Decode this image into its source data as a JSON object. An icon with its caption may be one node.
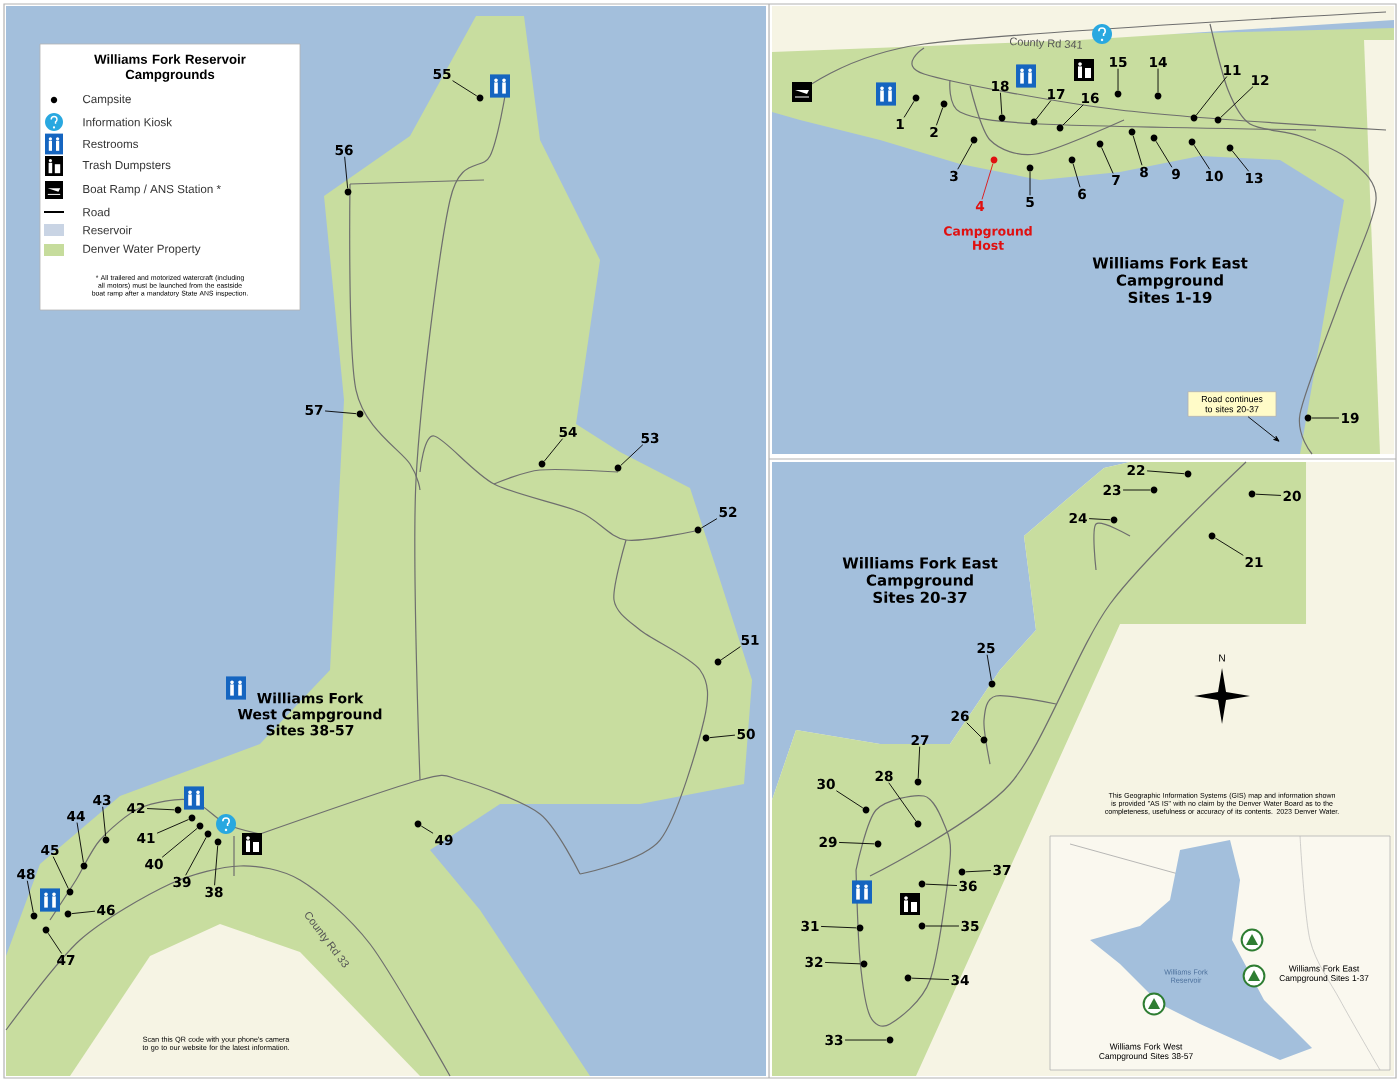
{
  "diagram": {
    "title": "Williams Fork Reservoir Campgrounds",
    "nodes": [
      {
        "text": [
          "1"
        ]
      },
      {
        "text": [
          "2"
        ]
      },
      {
        "text": [
          "3"
        ]
      },
      {
        "text": [
          "4"
        ],
        "beside": [
          "Campground Host"
        ]
      },
      {
        "text": [
          "5"
        ]
      },
      {
        "text": [
          "6"
        ]
      },
      {
        "text": [
          "7"
        ]
      },
      {
        "text": [
          "8"
        ]
      },
      {
        "text": [
          "9"
        ]
      },
      {
        "text": [
          "10"
        ]
      },
      {
        "text": [
          "11"
        ]
      },
      {
        "text": [
          "12"
        ]
      },
      {
        "text": [
          "13"
        ]
      },
      {
        "text": [
          "14"
        ]
      },
      {
        "text": [
          "15"
        ]
      },
      {
        "text": [
          "16"
        ]
      },
      {
        "text": [
          "17"
        ]
      },
      {
        "text": [
          "18"
        ]
      },
      {
        "text": [
          "19"
        ]
      },
      {
        "text": [
          "20"
        ]
      },
      {
        "text": [
          "21"
        ]
      },
      {
        "text": [
          "22"
        ]
      },
      {
        "text": [
          "23"
        ]
      },
      {
        "text": [
          "24"
        ]
      },
      {
        "text": [
          "25"
        ]
      },
      {
        "text": [
          "26"
        ]
      },
      {
        "text": [
          "27"
        ]
      },
      {
        "text": [
          "28"
        ]
      },
      {
        "text": [
          "29"
        ]
      },
      {
        "text": [
          "30"
        ]
      },
      {
        "text": [
          "31"
        ]
      },
      {
        "text": [
          "32"
        ]
      },
      {
        "text": [
          "33"
        ]
      },
      {
        "text": [
          "34"
        ]
      },
      {
        "text": [
          "35"
        ]
      },
      {
        "text": [
          "36"
        ]
      },
      {
        "text": [
          "37"
        ]
      },
      {
        "text": [
          "38"
        ]
      },
      {
        "text": [
          "39"
        ]
      },
      {
        "text": [
          "40"
        ]
      },
      {
        "text": [
          "41"
        ]
      },
      {
        "text": [
          "42"
        ]
      },
      {
        "text": [
          "43"
        ]
      },
      {
        "text": [
          "44"
        ]
      },
      {
        "text": [
          "45"
        ]
      },
      {
        "text": [
          "46"
        ]
      },
      {
        "text": [
          "47"
        ]
      },
      {
        "text": [
          "48"
        ]
      },
      {
        "text": [
          "49"
        ]
      },
      {
        "text": [
          "50"
        ]
      },
      {
        "text": [
          "51"
        ]
      },
      {
        "text": [
          "52"
        ]
      },
      {
        "text": [
          "53"
        ]
      },
      {
        "text": [
          "54"
        ]
      },
      {
        "text": [
          "55"
        ]
      },
      {
        "text": [
          "56"
        ]
      },
      {
        "text": [
          "57"
        ]
      },
      {
        "text": [],
        "shape": "circle"
      },
      {
        "text": [],
        "shape": "circle"
      },
      {
        "text": [],
        "shape": "circle"
      },
      {
        "text": [],
        "shape": "circle"
      },
      {
        "text": [],
        "shape": "circle"
      },
      {
        "text": [],
        "shape": "circle"
      },
      {
        "text": [],
        "shape": "circle"
      },
      {
        "text": [],
        "shape": "circle"
      },
      {
        "text": [],
        "shape": "circle"
      },
      {
        "text": [],
        "shape": "circle"
      },
      {
        "text": [],
        "shape": "circle"
      },
      {
        "text": [],
        "shape": "circle"
      },
      {
        "text": [],
        "shape": "circle"
      },
      {
        "text": [],
        "shape": "circle"
      },
      {
        "text": [],
        "shape": "circle"
      },
      {
        "text": [],
        "shape": "circle"
      },
      {
        "text": [],
        "shape": "circle"
      },
      {
        "text": [],
        "shape": "circle"
      },
      {
        "text": [],
        "shape": "circle"
      },
      {
        "text": [],
        "shape": "circle"
      },
      {
        "text": [],
        "shape": "circle"
      },
      {
        "text": [],
        "shape": "circle"
      },
      {
        "text": [],
        "shape": "circle"
      },
      {
        "text": [],
        "shape": "circle"
      },
      {
        "text": [],
        "shape": "circle"
      },
      {
        "text": [],
        "shape": "circle"
      },
      {
        "text": [],
        "shape": "circle"
      },
      {
        "text": [],
        "shape": "circle"
      },
      {
        "text": [],
        "shape": "circle"
      },
      {
        "text": [],
        "shape": "circle"
      },
      {
        "text": [],
        "shape": "circle"
      },
      {
        "text": [],
        "shape": "circle"
      },
      {
        "text": [],
        "shape": "circle"
      },
      {
        "text": [],
        "shape": "circle"
      },
      {
        "text": [],
        "shape": "circle"
      },
      {
        "text": [],
        "shape": "circle"
      },
      {
        "text": [],
        "shape": "circle"
      },
      {
        "text": [],
        "shape": "circle"
      },
      {
        "text": [],
        "shape": "circle"
      },
      {
        "text": [],
        "shape": "circle"
      },
      {
        "text": [],
        "shape": "circle"
      },
      {
        "text": [],
        "shape": "circle"
      },
      {
        "text": [],
        "shape": "circle"
      },
      {
        "text": [],
        "shape": "circle"
      },
      {
        "text": [],
        "shape": "circle"
      },
      {
        "text": [],
        "shape": "circle"
      },
      {
        "text": [],
        "shape": "circle"
      },
      {
        "text": [],
        "shape": "circle"
      },
      {
        "text": [],
        "shape": "circle"
      },
      {
        "text": [],
        "shape": "circle"
      },
      {
        "text": [],
        "shape": "circle"
      },
      {
        "text": [],
        "shape": "circle"
      },
      {
        "text": [],
        "shape": "circle"
      },
      {
        "text": [],
        "shape": "circle"
      },
      {
        "text": [],
        "shape": "circle"
      },
      {
        "text": [],
        "shape": "circle"
      },
      {
        "text": [],
        "shape": "circle"
      },
      {
        "text": [
          "Road continues to sites 20-37"
        ]
      }
    ],
    "edges": [
      {
        "from": 0,
        "to": 57,
        "arrow": "none"
      },
      {
        "from": 1,
        "to": 58,
        "arrow": "none"
      },
      {
        "from": 2,
        "to": 59,
        "arrow": "none"
      },
      {
        "from": 3,
        "to": 60,
        "arrow": "none",
        "color": "#e01010"
      },
      {
        "from": 4,
        "to": 61,
        "arrow": "none"
      },
      {
        "from": 5,
        "to": 62,
        "arrow": "none"
      },
      {
        "from": 6,
        "to": 63,
        "arrow": "none"
      },
      {
        "from": 7,
        "to": 64,
        "arrow": "none"
      },
      {
        "from": 8,
        "to": 65,
        "arrow": "none"
      },
      {
        "from": 9,
        "to": 66,
        "arrow": "none"
      },
      {
        "from": 10,
        "to": 67,
        "arrow": "none"
      },
      {
        "from": 11,
        "to": 68,
        "arrow": "none"
      },
      {
        "from": 12,
        "to": 69,
        "arrow": "none"
      },
      {
        "from": 13,
        "to": 70,
        "arrow": "none"
      },
      {
        "from": 14,
        "to": 71,
        "arrow": "none"
      },
      {
        "from": 15,
        "to": 72,
        "arrow": "none"
      },
      {
        "from": 16,
        "to": 73,
        "arrow": "none"
      },
      {
        "from": 17,
        "to": 74,
        "arrow": "none"
      },
      {
        "from": 18,
        "to": 75,
        "arrow": "none"
      },
      {
        "from": 19,
        "to": 76,
        "arrow": "none"
      },
      {
        "from": 20,
        "to": 77,
        "arrow": "none"
      },
      {
        "from": 21,
        "to": 78,
        "arrow": "none"
      },
      {
        "from": 22,
        "to": 79,
        "arrow": "none"
      },
      {
        "from": 23,
        "to": 80,
        "arrow": "none"
      },
      {
        "from": 24,
        "to": 81,
        "arrow": "none"
      },
      {
        "from": 25,
        "to": 82,
        "arrow": "none"
      },
      {
        "from": 26,
        "to": 83,
        "arrow": "none"
      },
      {
        "from": 27,
        "to": 84,
        "arrow": "none"
      },
      {
        "from": 28,
        "to": 85,
        "arrow": "none"
      },
      {
        "from": 29,
        "to": 86,
        "arrow": "none"
      },
      {
        "from": 30,
        "to": 87,
        "arrow": "none"
      },
      {
        "from": 31,
        "to": 88,
        "arrow": "none"
      },
      {
        "from": 32,
        "to": 89,
        "arrow": "none"
      },
      {
        "from": 33,
        "to": 90,
        "arrow": "none"
      },
      {
        "from": 34,
        "to": 91,
        "arrow": "none"
      },
      {
        "from": 35,
        "to": 92,
        "arrow": "none"
      },
      {
        "from": 36,
        "to": 93,
        "arrow": "none"
      },
      {
        "from": 37,
        "to": 94,
        "arrow": "none"
      },
      {
        "from": 38,
        "to": 95,
        "arrow": "none"
      },
      {
        "from": 39,
        "to": 96,
        "arrow": "none"
      },
      {
        "from": 40,
        "to": 97,
        "arrow": "none"
      },
      {
        "from": 41,
        "to": 98,
        "arrow": "none"
      },
      {
        "from": 42,
        "to": 99,
        "arrow": "none"
      },
      {
        "from": 43,
        "to": 100,
        "arrow": "none"
      },
      {
        "from": 44,
        "to": 101,
        "arrow": "none"
      },
      {
        "from": 45,
        "to": 102,
        "arrow": "none"
      },
      {
        "from": 46,
        "to": 103,
        "arrow": "none"
      },
      {
        "from": 47,
        "to": 104,
        "arrow": "none"
      },
      {
        "from": 48,
        "to": 105,
        "arrow": "none"
      },
      {
        "from": 49,
        "to": 106,
        "arrow": "none"
      },
      {
        "from": 50,
        "to": 107,
        "arrow": "none"
      },
      {
        "from": 51,
        "to": 108,
        "arrow": "none"
      },
      {
        "from": 52,
        "to": 109,
        "arrow": "none"
      },
      {
        "from": 53,
        "to": 110,
        "arrow": "none"
      },
      {
        "from": 54,
        "to": 111,
        "arrow": "none"
      },
      {
        "from": 55,
        "to": 112,
        "arrow": "none"
      },
      {
        "from": 56,
        "to": 113,
        "arrow": "none"
      },
      {
        "from": 114,
        "to": null,
        "arrow": "to"
      }
    ],
    "labels": [
      "* All trailered and motorized watercraft (including all motors) must be launched from the eastside boat ramp after a mandatory State ANS inspection.",
      "County Rd 341",
      "Williams Fork East Campground Sites 1-19",
      "Williams Fork East Campground Sites 20-37",
      "N",
      "Williams Fork West Campground Sites 38-57",
      "County Rd 33",
      "This Geographic Information Systems (GIS) map and information shown is provided \"AS IS\" with no claim by the Denver Water Board as to the completeness, usefulness or accuracy of its contents. 2023 Denver Water.",
      "Williams Fork Reservoir",
      "Williams Fork East Campground Sites 1-37",
      "Williams Fork West Campground Sites 38-57",
      "Scan this QR code with your phone's camera to go to our website for the latest information."
    ],
    "legend": [
      {
        "text": "Campsite"
      },
      {
        "text": "Information Kiosk"
      },
      {
        "text": "Restrooms"
      },
      {
        "text": "Trash Dumpsters"
      },
      {
        "text": "Boat Ramp / ANS Station *"
      },
      {
        "text": "Road"
      },
      {
        "text": "Reservoir",
        "color": "#c9d4e4"
      },
      {
        "text": "Denver Water Property",
        "color": "#c6dc9c"
      }
    ]
  }
}
